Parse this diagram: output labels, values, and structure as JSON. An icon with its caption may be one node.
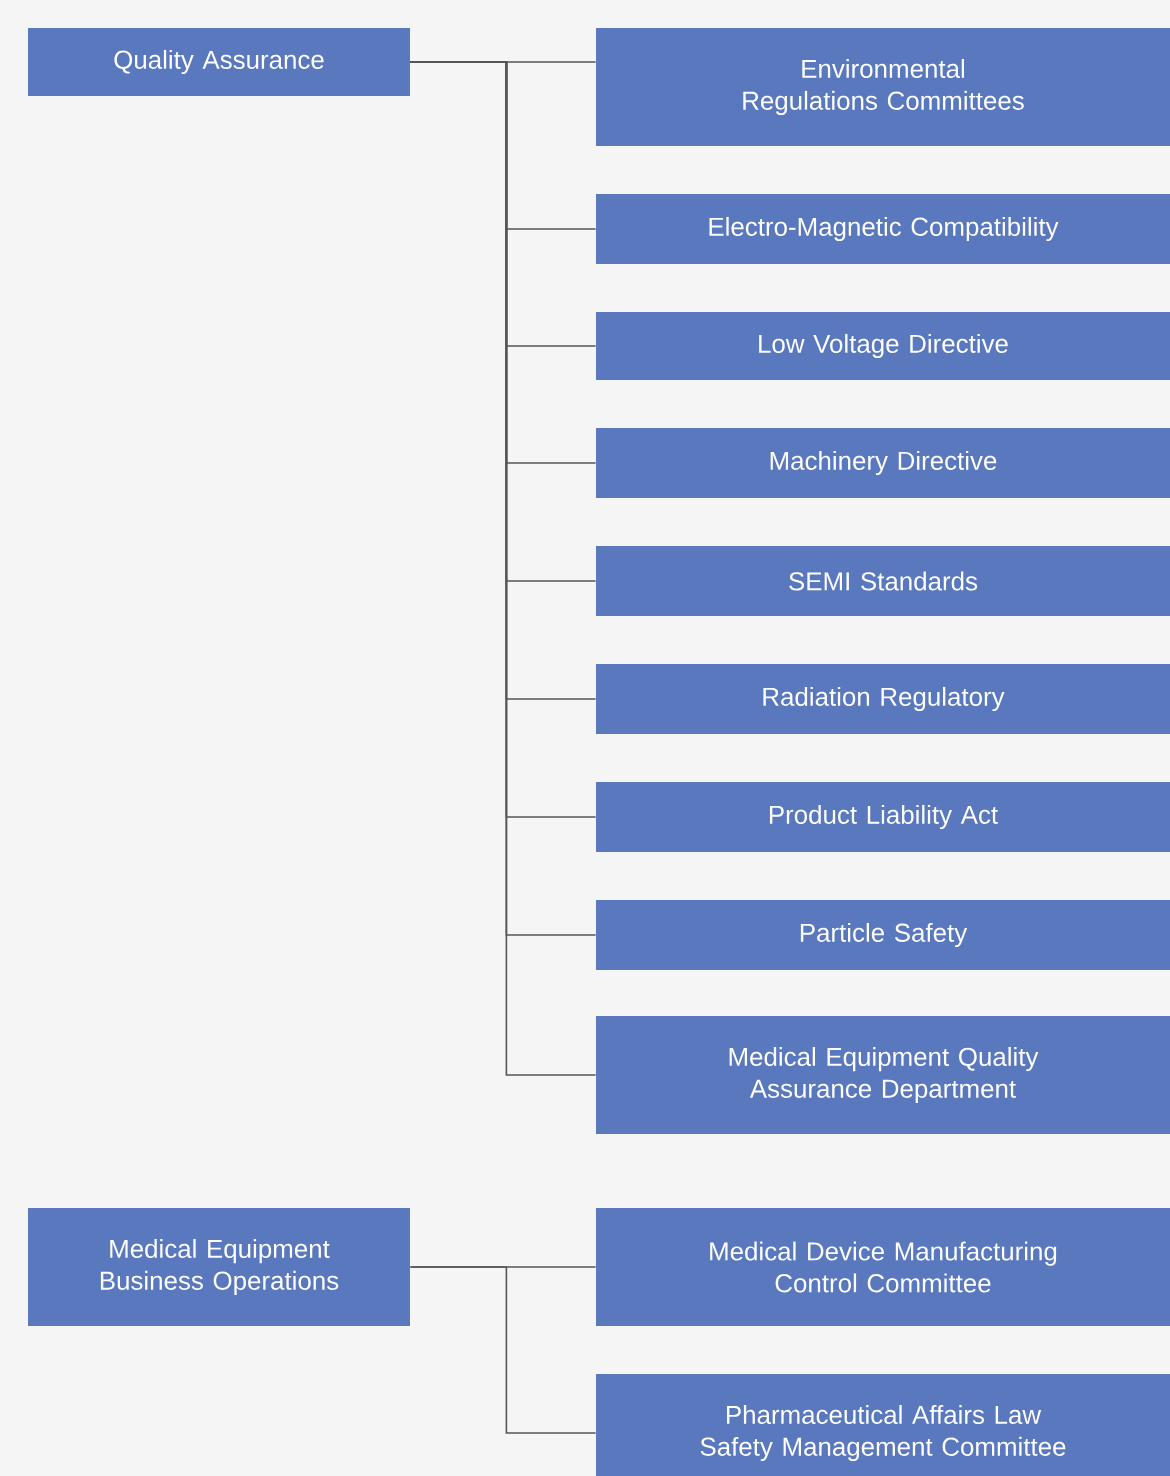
{
  "diagram": {
    "nodes": [
      {
        "text": [
          "Quality Assurance"
        ]
      },
      {
        "text": [
          "Environmental Regulations Committees"
        ]
      },
      {
        "text": [
          "Electro-Magnetic Compatibility"
        ]
      },
      {
        "text": [
          "Low Voltage Directive"
        ]
      },
      {
        "text": [
          "Machinery Directive"
        ]
      },
      {
        "text": [
          "SEMI Standards"
        ]
      },
      {
        "text": [
          "Radiation Regulatory"
        ]
      },
      {
        "text": [
          "Product Liability Act"
        ]
      },
      {
        "text": [
          "Particle Safety"
        ]
      },
      {
        "text": [
          "Medical Equipment Quality Assurance Department"
        ]
      },
      {
        "text": [
          "Medical Equipment Business Operations"
        ]
      },
      {
        "text": [
          "Medical Device Manufacturing Control Committee"
        ]
      },
      {
        "text": [
          "Pharmaceutical Affairs Law Safety Management Committee"
        ]
      }
    ],
    "edges": [
      {
        "from": 0,
        "to": 1,
        "arrow": "none"
      },
      {
        "from": 0,
        "to": 2,
        "arrow": "none"
      },
      {
        "from": 0,
        "to": 3,
        "arrow": "none"
      },
      {
        "from": 0,
        "to": 4,
        "arrow": "none"
      },
      {
        "from": 0,
        "to": 5,
        "arrow": "none"
      },
      {
        "from": 0,
        "to": 6,
        "arrow": "none"
      },
      {
        "from": 0,
        "to": 7,
        "arrow": "none"
      },
      {
        "from": 0,
        "to": 8,
        "arrow": "none"
      },
      {
        "from": 0,
        "to": 9,
        "arrow": "none"
      },
      {
        "from": 10,
        "to": 11,
        "arrow": "none"
      },
      {
        "from": 10,
        "to": 12,
        "arrow": "none"
      }
    ]
  }
}
